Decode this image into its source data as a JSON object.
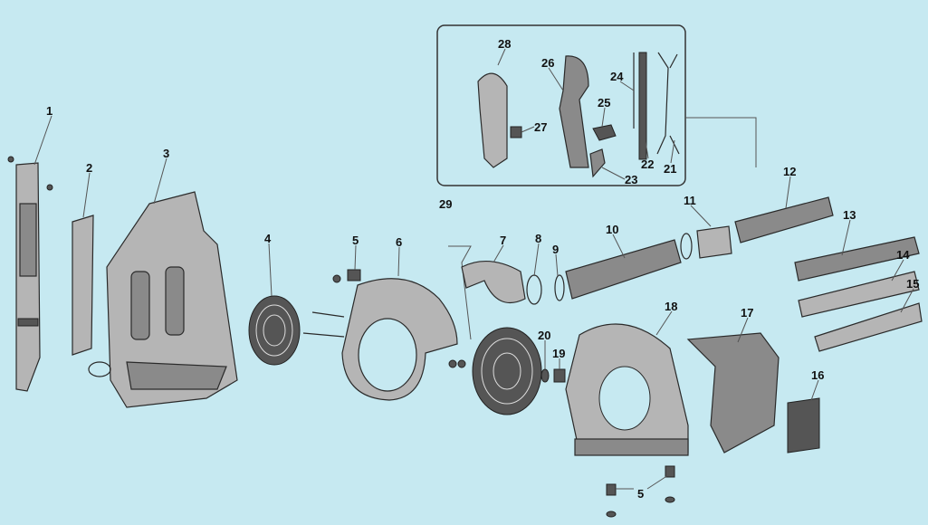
{
  "diagram": {
    "title": "Backpack blower exploded parts view",
    "labels": [
      "1",
      "2",
      "3",
      "4",
      "5",
      "6",
      "7",
      "8",
      "9",
      "10",
      "11",
      "12",
      "13",
      "14",
      "15",
      "16",
      "17",
      "18",
      "19",
      "20",
      "21",
      "22",
      "23",
      "24",
      "25",
      "26",
      "27",
      "28",
      "29",
      "5"
    ]
  }
}
